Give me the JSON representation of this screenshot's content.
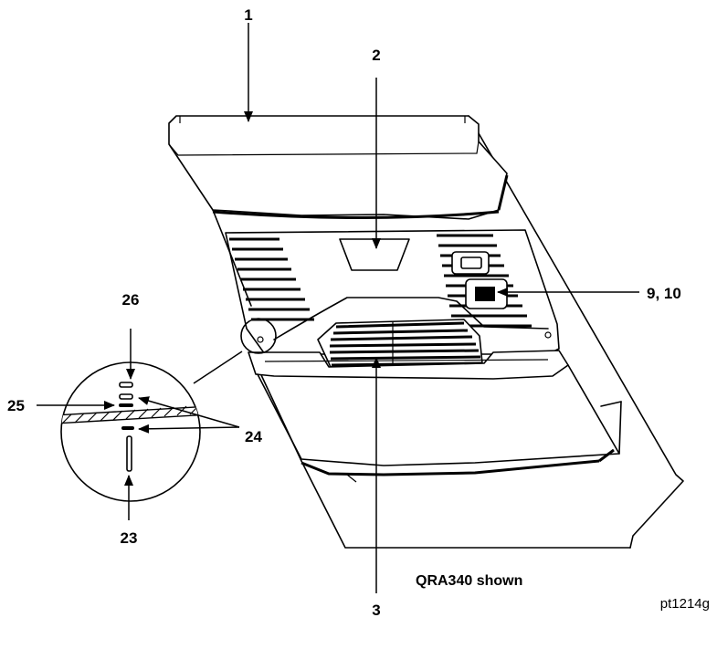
{
  "figure": {
    "caption": "QRA340 shown",
    "figure_id": "pt1214g"
  },
  "callouts": {
    "c1": "1",
    "c2": "2",
    "c3": "3",
    "c9_10": "9, 10",
    "c23": "23",
    "c24": "24",
    "c25": "25",
    "c26": "26"
  }
}
